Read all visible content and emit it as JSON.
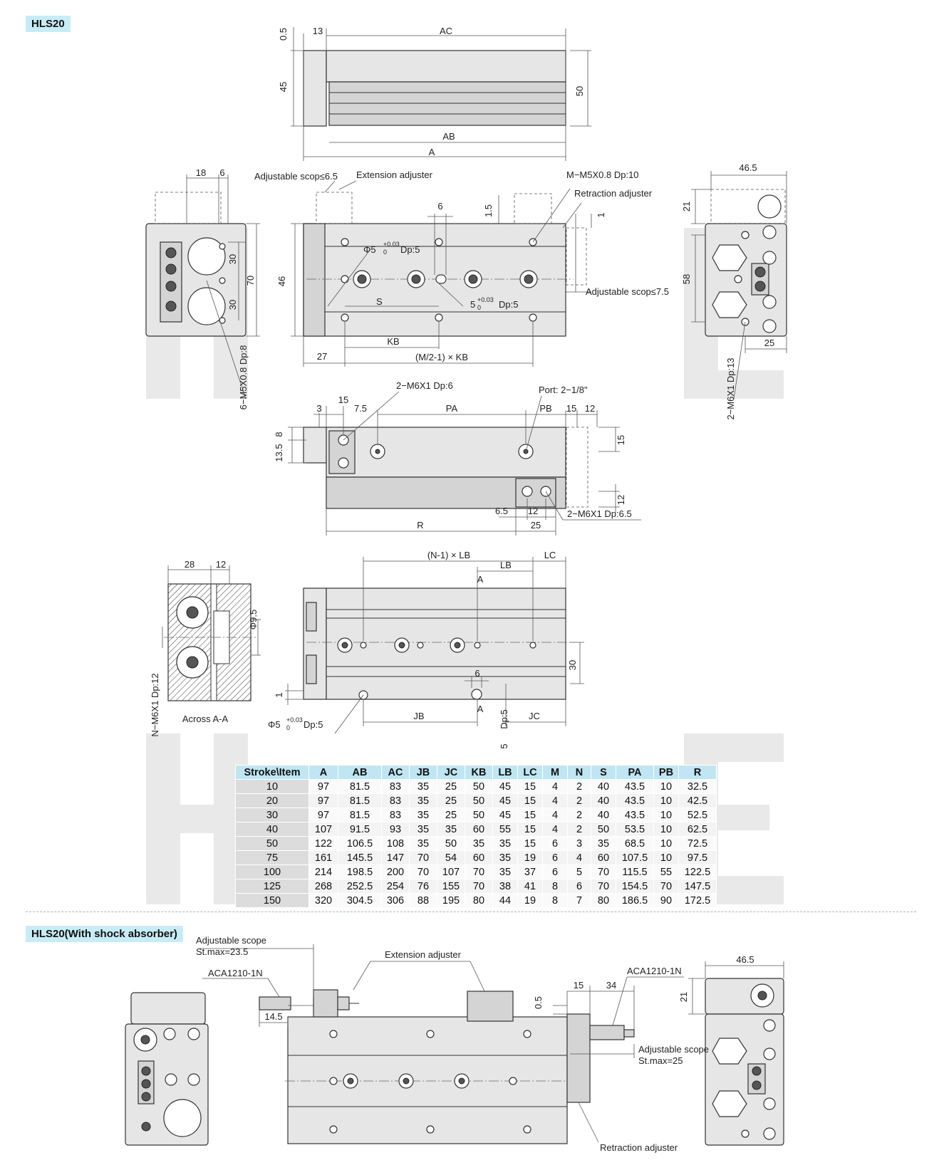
{
  "titles": {
    "main": "HLS20",
    "shock": "HLS20(With shock absorber)"
  },
  "top_view": {
    "dims": {
      "d05": "0.5",
      "d13": "13",
      "ac": "AC",
      "d45": "45",
      "d50": "50",
      "ab": "AB",
      "a": "A"
    }
  },
  "main_view": {
    "labels": {
      "adj_scop_65": "Adjustable scop≤6.5",
      "ext_adj": "Extension adjuster",
      "m_m5": "M−M5X0.8 Dp:10",
      "retr_adj": "Retraction adjuster",
      "d6": "6",
      "d15": "1.5",
      "d1": "1",
      "phi5": "Φ5",
      "tol": "+0.03",
      "tol0": "0",
      "dp5": "Dp:5",
      "five": "5",
      "s": "S",
      "adj_scop_75": "Adjustable scop≤7.5",
      "d46": "46",
      "d27": "27",
      "kb": "KB",
      "m2kb": "(M/2-1) × KB"
    }
  },
  "left_view": {
    "labels": {
      "d18": "18",
      "d6": "6",
      "d30a": "30",
      "d30b": "30",
      "d70": "70",
      "m5": "6−M5X0.8 Dp:8"
    }
  },
  "right_view": {
    "labels": {
      "d465": "46.5",
      "d21": "21",
      "d58": "58",
      "d25": "25",
      "m6": "2−M6X1 Dp:13"
    }
  },
  "side_view": {
    "labels": {
      "m6dp6": "2−M6X1 Dp:6",
      "port": "Port: 2−1/8\"",
      "d3": "3",
      "d15": "15",
      "d75": "7.5",
      "pa": "PA",
      "pb": "PB",
      "d15b": "15",
      "d12": "12",
      "d8": "8",
      "d135": "13.5",
      "d15c": "15",
      "d12b": "12",
      "d65": "6.5",
      "d12c": "12",
      "r": "R",
      "d25": "25",
      "m6dp65": "2−M6X1 Dp:6.5"
    }
  },
  "section_view": {
    "labels": {
      "d28": "28",
      "d12": "12",
      "phi95": "Φ9.5",
      "nm6": "N−M6X1 Dp:12",
      "across": "Across A-A"
    }
  },
  "bottom_view": {
    "labels": {
      "nlb": "(N-1) × LB",
      "lc": "LC",
      "lb": "LB",
      "a1": "A",
      "d30": "30",
      "d6": "6",
      "d1": "1",
      "a2": "A",
      "jb": "JB",
      "jc": "JC",
      "phi5": "Φ5",
      "tol": "+0.03",
      "tol0": "0",
      "dp5": "Dp:5",
      "five": "5",
      "dp5b": "Dp:5"
    }
  },
  "spec_table": {
    "headers": [
      "Stroke\\Item",
      "A",
      "AB",
      "AC",
      "JB",
      "JC",
      "KB",
      "LB",
      "LC",
      "M",
      "N",
      "S",
      "PA",
      "PB",
      "R"
    ],
    "rows": [
      [
        "10",
        "97",
        "81.5",
        "83",
        "35",
        "25",
        "50",
        "45",
        "15",
        "4",
        "2",
        "40",
        "43.5",
        "10",
        "32.5"
      ],
      [
        "20",
        "97",
        "81.5",
        "83",
        "35",
        "25",
        "50",
        "45",
        "15",
        "4",
        "2",
        "40",
        "43.5",
        "10",
        "42.5"
      ],
      [
        "30",
        "97",
        "81.5",
        "83",
        "35",
        "25",
        "50",
        "45",
        "15",
        "4",
        "2",
        "40",
        "43.5",
        "10",
        "52.5"
      ],
      [
        "40",
        "107",
        "91.5",
        "93",
        "35",
        "35",
        "60",
        "55",
        "15",
        "4",
        "2",
        "50",
        "53.5",
        "10",
        "62.5"
      ],
      [
        "50",
        "122",
        "106.5",
        "108",
        "35",
        "50",
        "35",
        "35",
        "15",
        "6",
        "3",
        "35",
        "68.5",
        "10",
        "72.5"
      ],
      [
        "75",
        "161",
        "145.5",
        "147",
        "70",
        "54",
        "60",
        "35",
        "19",
        "6",
        "4",
        "60",
        "107.5",
        "10",
        "97.5"
      ],
      [
        "100",
        "214",
        "198.5",
        "200",
        "70",
        "107",
        "70",
        "35",
        "37",
        "6",
        "5",
        "70",
        "115.5",
        "55",
        "122.5"
      ],
      [
        "125",
        "268",
        "252.5",
        "254",
        "76",
        "155",
        "70",
        "38",
        "41",
        "8",
        "6",
        "70",
        "154.5",
        "70",
        "147.5"
      ],
      [
        "150",
        "320",
        "304.5",
        "306",
        "88",
        "195",
        "80",
        "44",
        "19",
        "8",
        "7",
        "80",
        "186.5",
        "90",
        "172.5"
      ]
    ]
  },
  "shock_view": {
    "labels": {
      "adj_scope": "Adjustable scope",
      "stmax235": "St.max=23.5",
      "aca1": "ACA1210-1N",
      "ext_adj": "Extension adjuster",
      "d05": "0.5",
      "d15": "15",
      "d34": "34",
      "aca2": "ACA1210-1N",
      "d145": "14.5",
      "adj_scope2": "Adjustable scope",
      "stmax25": "St.max=25",
      "retr_adj": "Retraction adjuster",
      "d465": "46.5",
      "d21": "21"
    }
  },
  "watermark": "HYTIE"
}
